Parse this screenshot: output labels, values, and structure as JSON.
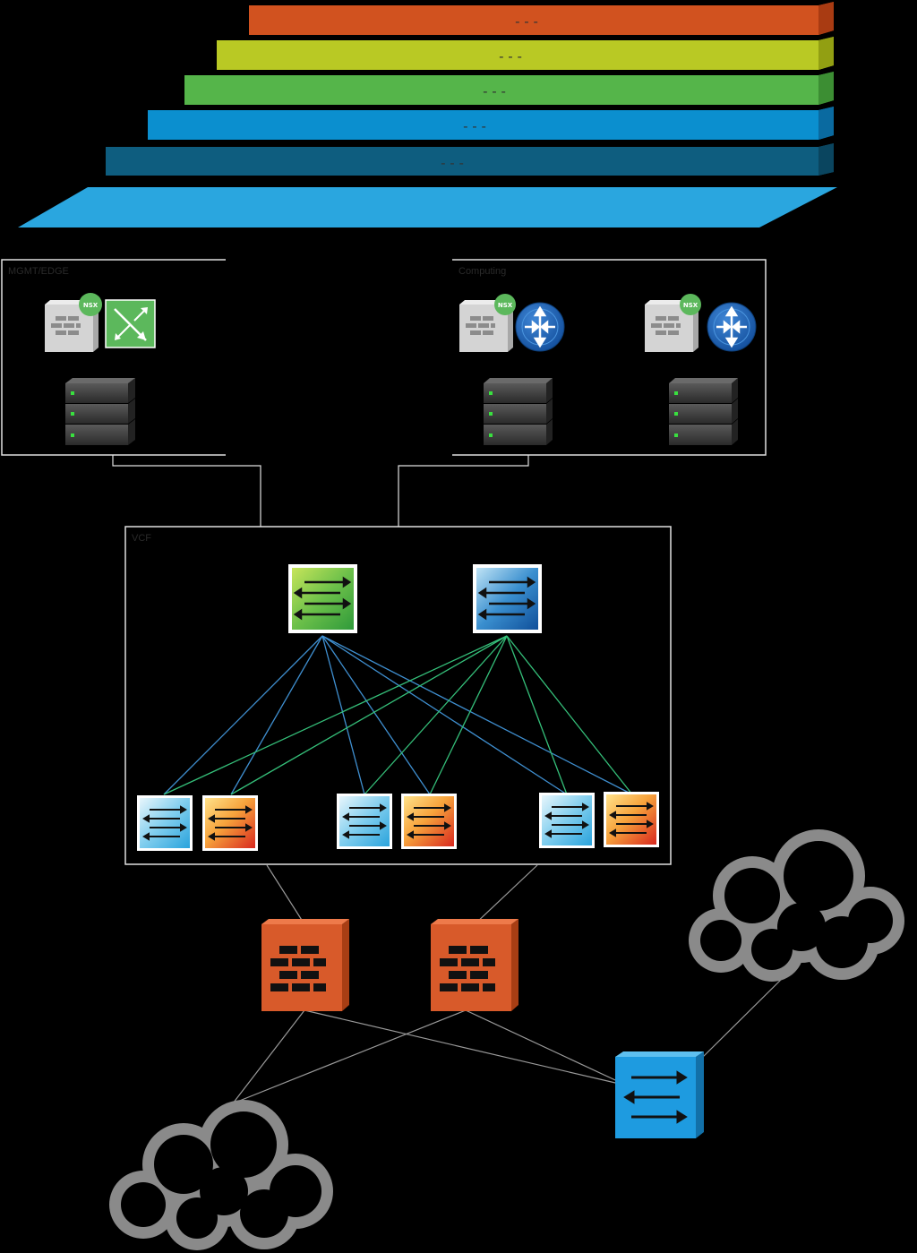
{
  "layers": [
    {
      "name": "layer-orange",
      "label": "- - -",
      "color": "#d1521f"
    },
    {
      "name": "layer-lime",
      "label": "- - -",
      "color": "#b9c924"
    },
    {
      "name": "layer-green",
      "label": "- - -",
      "color": "#55b54a"
    },
    {
      "name": "layer-blue",
      "label": "- - -",
      "color": "#0b8fcf"
    },
    {
      "name": "layer-teal",
      "label": "- - -",
      "color": "#0e5d7f"
    }
  ],
  "base_plane": {
    "color": "#2aa6df"
  },
  "zones": {
    "mgmt": {
      "label": "MGMT/EDGE"
    },
    "computing": {
      "label": "Computing"
    },
    "vcf": {
      "label": "VCF"
    }
  },
  "badges": {
    "mgmt": "NSX",
    "compute_a": "NSX",
    "compute_b": "NSX"
  },
  "icons": {
    "firewall": "firewall-icon",
    "router": "router-icon",
    "edge_switch": "edge-switch-icon",
    "server": "server-rack-icon",
    "spine": "spine-switch-icon",
    "leaf": "leaf-switch-icon",
    "cloud": "cloud-icon"
  },
  "colors": {
    "background": "#000000",
    "border": "#e0e0e0",
    "firewall_device": "#d85a2a",
    "core_switch": "#1e9be0",
    "spine_link_green": "#3f8fd0",
    "spine_link_blue": "#35c07a",
    "nsx_badge": "#5cb85c"
  }
}
